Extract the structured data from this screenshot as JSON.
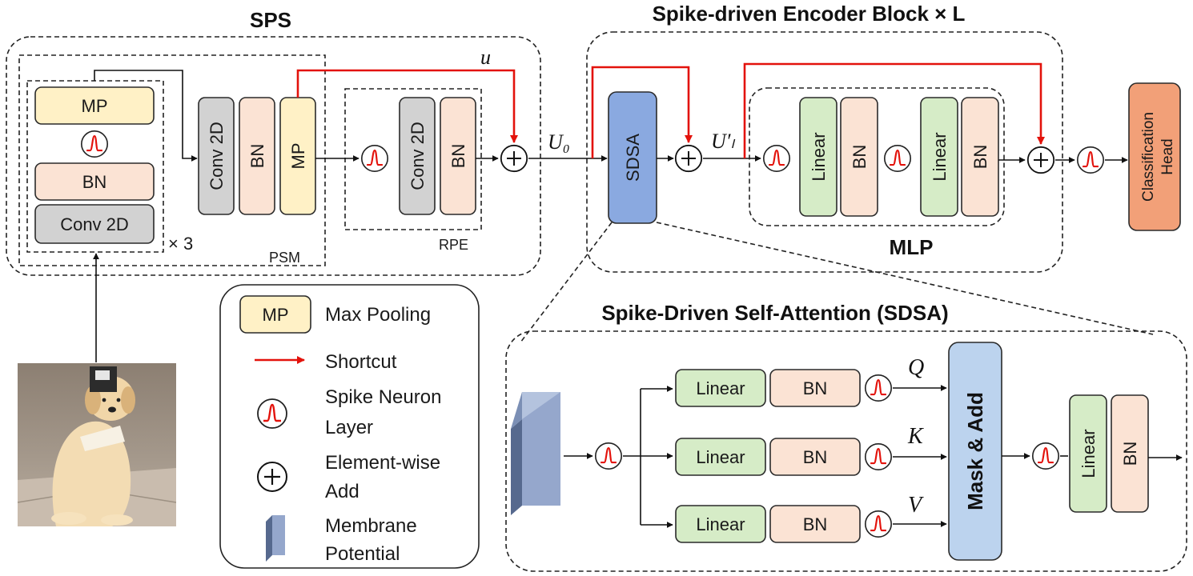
{
  "titles": {
    "sps": "SPS",
    "encoder": "Spike-driven Encoder Block × L",
    "sdsa": "Spike-Driven Self-Attention (SDSA)",
    "mlp": "MLP"
  },
  "sps": {
    "stack": {
      "mp": "MP",
      "bn": "BN",
      "conv": "Conv 2D",
      "repeat": "× 3"
    },
    "psm": {
      "label": "PSM",
      "conv": "Conv 2D",
      "bn": "BN",
      "mp": "MP"
    },
    "rpe": {
      "label": "RPE",
      "conv": "Conv 2D",
      "bn": "BN"
    },
    "shortcut_label": "u"
  },
  "encoder": {
    "input_label": "U₀",
    "mid_label": "U′ₗ",
    "sdsa_block": "SDSA",
    "mlp": {
      "linear1": "Linear",
      "bn1": "BN",
      "linear2": "Linear",
      "bn2": "BN"
    }
  },
  "head": {
    "line1": "Classification",
    "line2": "Head"
  },
  "sdsa": {
    "branches": [
      {
        "linear": "Linear",
        "bn": "BN",
        "label": "Q"
      },
      {
        "linear": "Linear",
        "bn": "BN",
        "label": "K"
      },
      {
        "linear": "Linear",
        "bn": "BN",
        "label": "V"
      }
    ],
    "mask_add": "Mask & Add",
    "out": {
      "linear": "Linear",
      "bn": "BN"
    }
  },
  "legend": {
    "mp_box": "MP",
    "mp": "Max Pooling",
    "shortcut": "Shortcut",
    "spike_1": "Spike Neuron",
    "spike_2": "Layer",
    "add_1": "Element-wise",
    "add_2": "Add",
    "membrane_1": "Membrane",
    "membrane_2": "Potential"
  },
  "colors": {
    "mp_fill": "#fff1c6",
    "bn_fill": "#fbe3d4",
    "conv_fill": "#d2d2d2",
    "linear_fill": "#d6ecc7",
    "sdsa_fill": "#8aa9e0",
    "mask_fill": "#bcd3ee",
    "head_fill": "#f2a078",
    "panel_fill": "#efefef",
    "shortcut": "#e3120b"
  }
}
